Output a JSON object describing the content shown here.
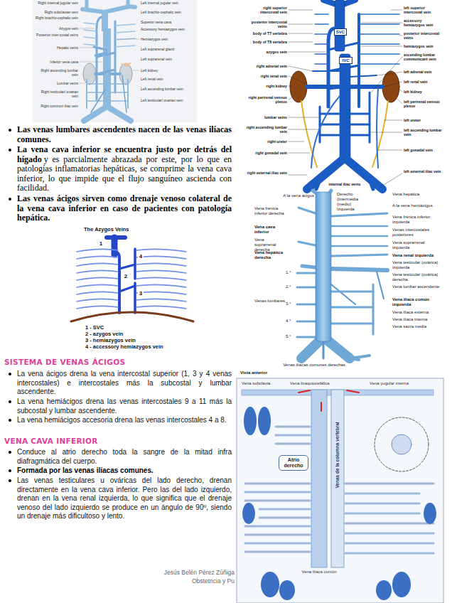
{
  "diagram": {
    "nodes": [
      {
        "text": [
          "Atrio derecho"
        ]
      }
    ],
    "labels": [
      "Right internal jugular vein",
      "Right subclavian vein",
      "Right brachio-cephalic vein",
      "Azygos vein",
      "Posterior inter-costal veins",
      "Hepatic veins",
      "Inferior vena cava",
      "Right ascending lumbar vein",
      "Lumbar veins",
      "Right testicular/ ovarian vein",
      "Right common iliac vein",
      "Left internal jugular vein",
      "Left brachio-cephalic vein",
      "Superior vena cava",
      "Accessory hemiazygos vein",
      "Hemiazygos vein",
      "Left suprarenal gland",
      "Left suprarenal vein",
      "Left kidney",
      "Left renal vein",
      "Left ascending lumbar vein",
      "Left testicular/ ovarian vein",
      "Las venas lumbares ascendentes nacen de las venas ilíacas comunes.",
      "La vena cava inferior se encuentra justo por detrás del hígado",
      "y es parcialmente abrazada por este, por lo que en patologías inflamatorias hepáticas, se comprime la vena cava inferior, lo que impide que el flujo sanguíneo ascienda con facilidad.",
      "Las venas ácigos sirven como drenaje venoso colateral de la vena cava inferior en caso de pacientes con patología hepática.",
      "The Azygos Veins",
      "1",
      "2",
      "3",
      "4",
      "1 - SVC",
      "2 - azygos vein",
      "3 - hemiazygos vein",
      "4 - accessory hemiazygos vein",
      "SISTEMA DE VENAS ÁCIGOS",
      "La vena ácigos drena la vena intercostal superior (1, 3 y 4 venas intercostales) e intercostales más la subcostal y lumbar ascendente.",
      "La vena hemiácigos drena las venas intercostales 9 a 11 más la subcostal y lumbar ascendente.",
      "La vena hemiácigos accesoria drena las venas intercostales 4 a 8.",
      "VENA CAVA INFERIOR",
      "Conduce al atrio derecho toda la sangre de la mitad infra diafragmática del cuerpo.",
      "Formada por las venas ilíacas comunes.",
      "Las venas testiculares u ováricas del lado derecho, drenan directamente en la vena cava inferior. Pero las del lado izquierdo, drenan en la vena renal izquierda, lo que significa que el drenaje venoso del lado izquierdo se produce en un ángulo de 90º, siendo un drenaje más dificultoso y lento.",
      "Jesús Belén Pérez Zúñiga",
      "Obstetricia y Pu",
      "right superior intercostal vein",
      "posterior intercostal veins",
      "body of T7 vertebra",
      "body of T8 vertebra",
      "azygos vein",
      "right adrenal vein",
      "right renal vein",
      "right kidney",
      "right perirenal venous plexus",
      "lumbar veins",
      "right ascending lumbar vein",
      "right ureter",
      "right gonadal vein",
      "right external iliac vein",
      "SVC",
      "IVC",
      "internal iliac veins",
      "left superior intercostal vein",
      "accessory hemiazygos vein",
      "posterior intercostal veins",
      "hemiazygos vein",
      "ascending lumbar communicant vein",
      "left adrenal vein",
      "left renal vein",
      "left kidney",
      "left perirenal venous plexus",
      "left ureter",
      "left ascending lumbar vein",
      "left gonadal vein",
      "left external iliac vein",
      "A la vena ácigos",
      "Derecho",
      "(intermedia",
      "(medio)",
      "Izquierda",
      "Vena hepática",
      "A la vena hemiácigos",
      "Vena frénica inferior derecha",
      "Vena frénica inferior izquierda",
      "Vena cava inferior",
      "Vena suprarrenal derecha",
      "Vena hepática derecha",
      "Venas intercostales posteriores",
      "Vena suprarrenal izquierda",
      "Vena renal izquierda",
      "Vena testicular (ovárica) izquierda",
      "Vena testicular (ovárica) derecha",
      "Vena lumbar ascendente",
      "Vena ilíaca común izquierda",
      "Vena ilíaca externa",
      "Vena ilíaca interna",
      "Vena sacra media",
      "Venas lumbares",
      "1.°",
      "2.°",
      "3.°",
      "4.°",
      "5.°",
      "Venas ilíacas comunes derechas",
      "Vista anterior",
      "Vena subclavia",
      "Vena braquiocefálica",
      "Vena yugular interna",
      "Venas de la columna vertebral",
      "Vena ilíaca común"
    ]
  }
}
